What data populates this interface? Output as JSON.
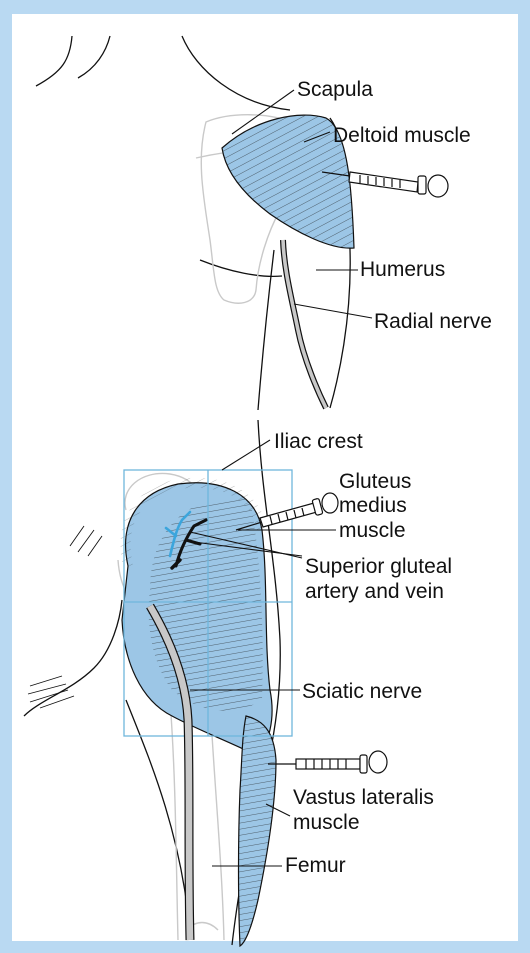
{
  "labels": {
    "scapula": "Scapula",
    "deltoid": "Deltoid muscle",
    "humerus": "Humerus",
    "radial_nerve": "Radial nerve",
    "iliac_crest": "Iliac crest",
    "gluteus_1": "Gluteus",
    "gluteus_2": "medius",
    "gluteus_3": "muscle",
    "sup_gluteal_1": "Superior gluteal",
    "sup_gluteal_2": "artery and vein",
    "sciatic": "Sciatic nerve",
    "vastus_1": "Vastus lateralis",
    "vastus_2": "muscle",
    "femur": "Femur"
  },
  "colors": {
    "border": "#b9d9f2",
    "muscle": "#9cc6e6",
    "grid": "#6fb6dc",
    "nerve": "#c8c8c8",
    "bone_outline": "#d0d0d0",
    "vessel_blue": "#3ba5dc",
    "ink": "#111111"
  }
}
